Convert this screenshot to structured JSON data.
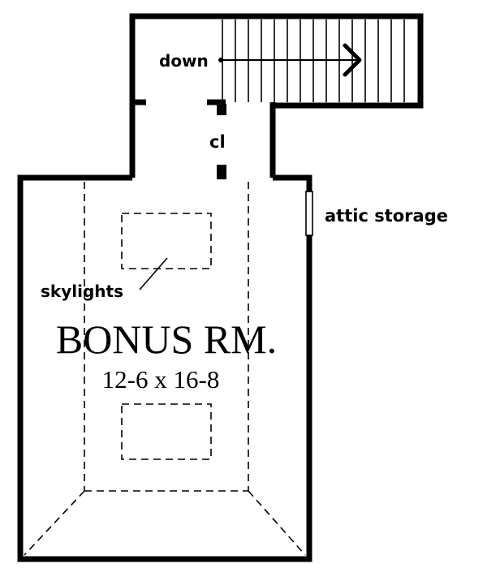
{
  "labels": {
    "stairs": "down",
    "closet": "cl",
    "attic": "attic storage",
    "skylights": "skylights",
    "room_name": "BONUS RM.",
    "room_size": "12-6 x 16-8"
  },
  "colors": {
    "ink": "#000000",
    "paper": "#ffffff"
  }
}
